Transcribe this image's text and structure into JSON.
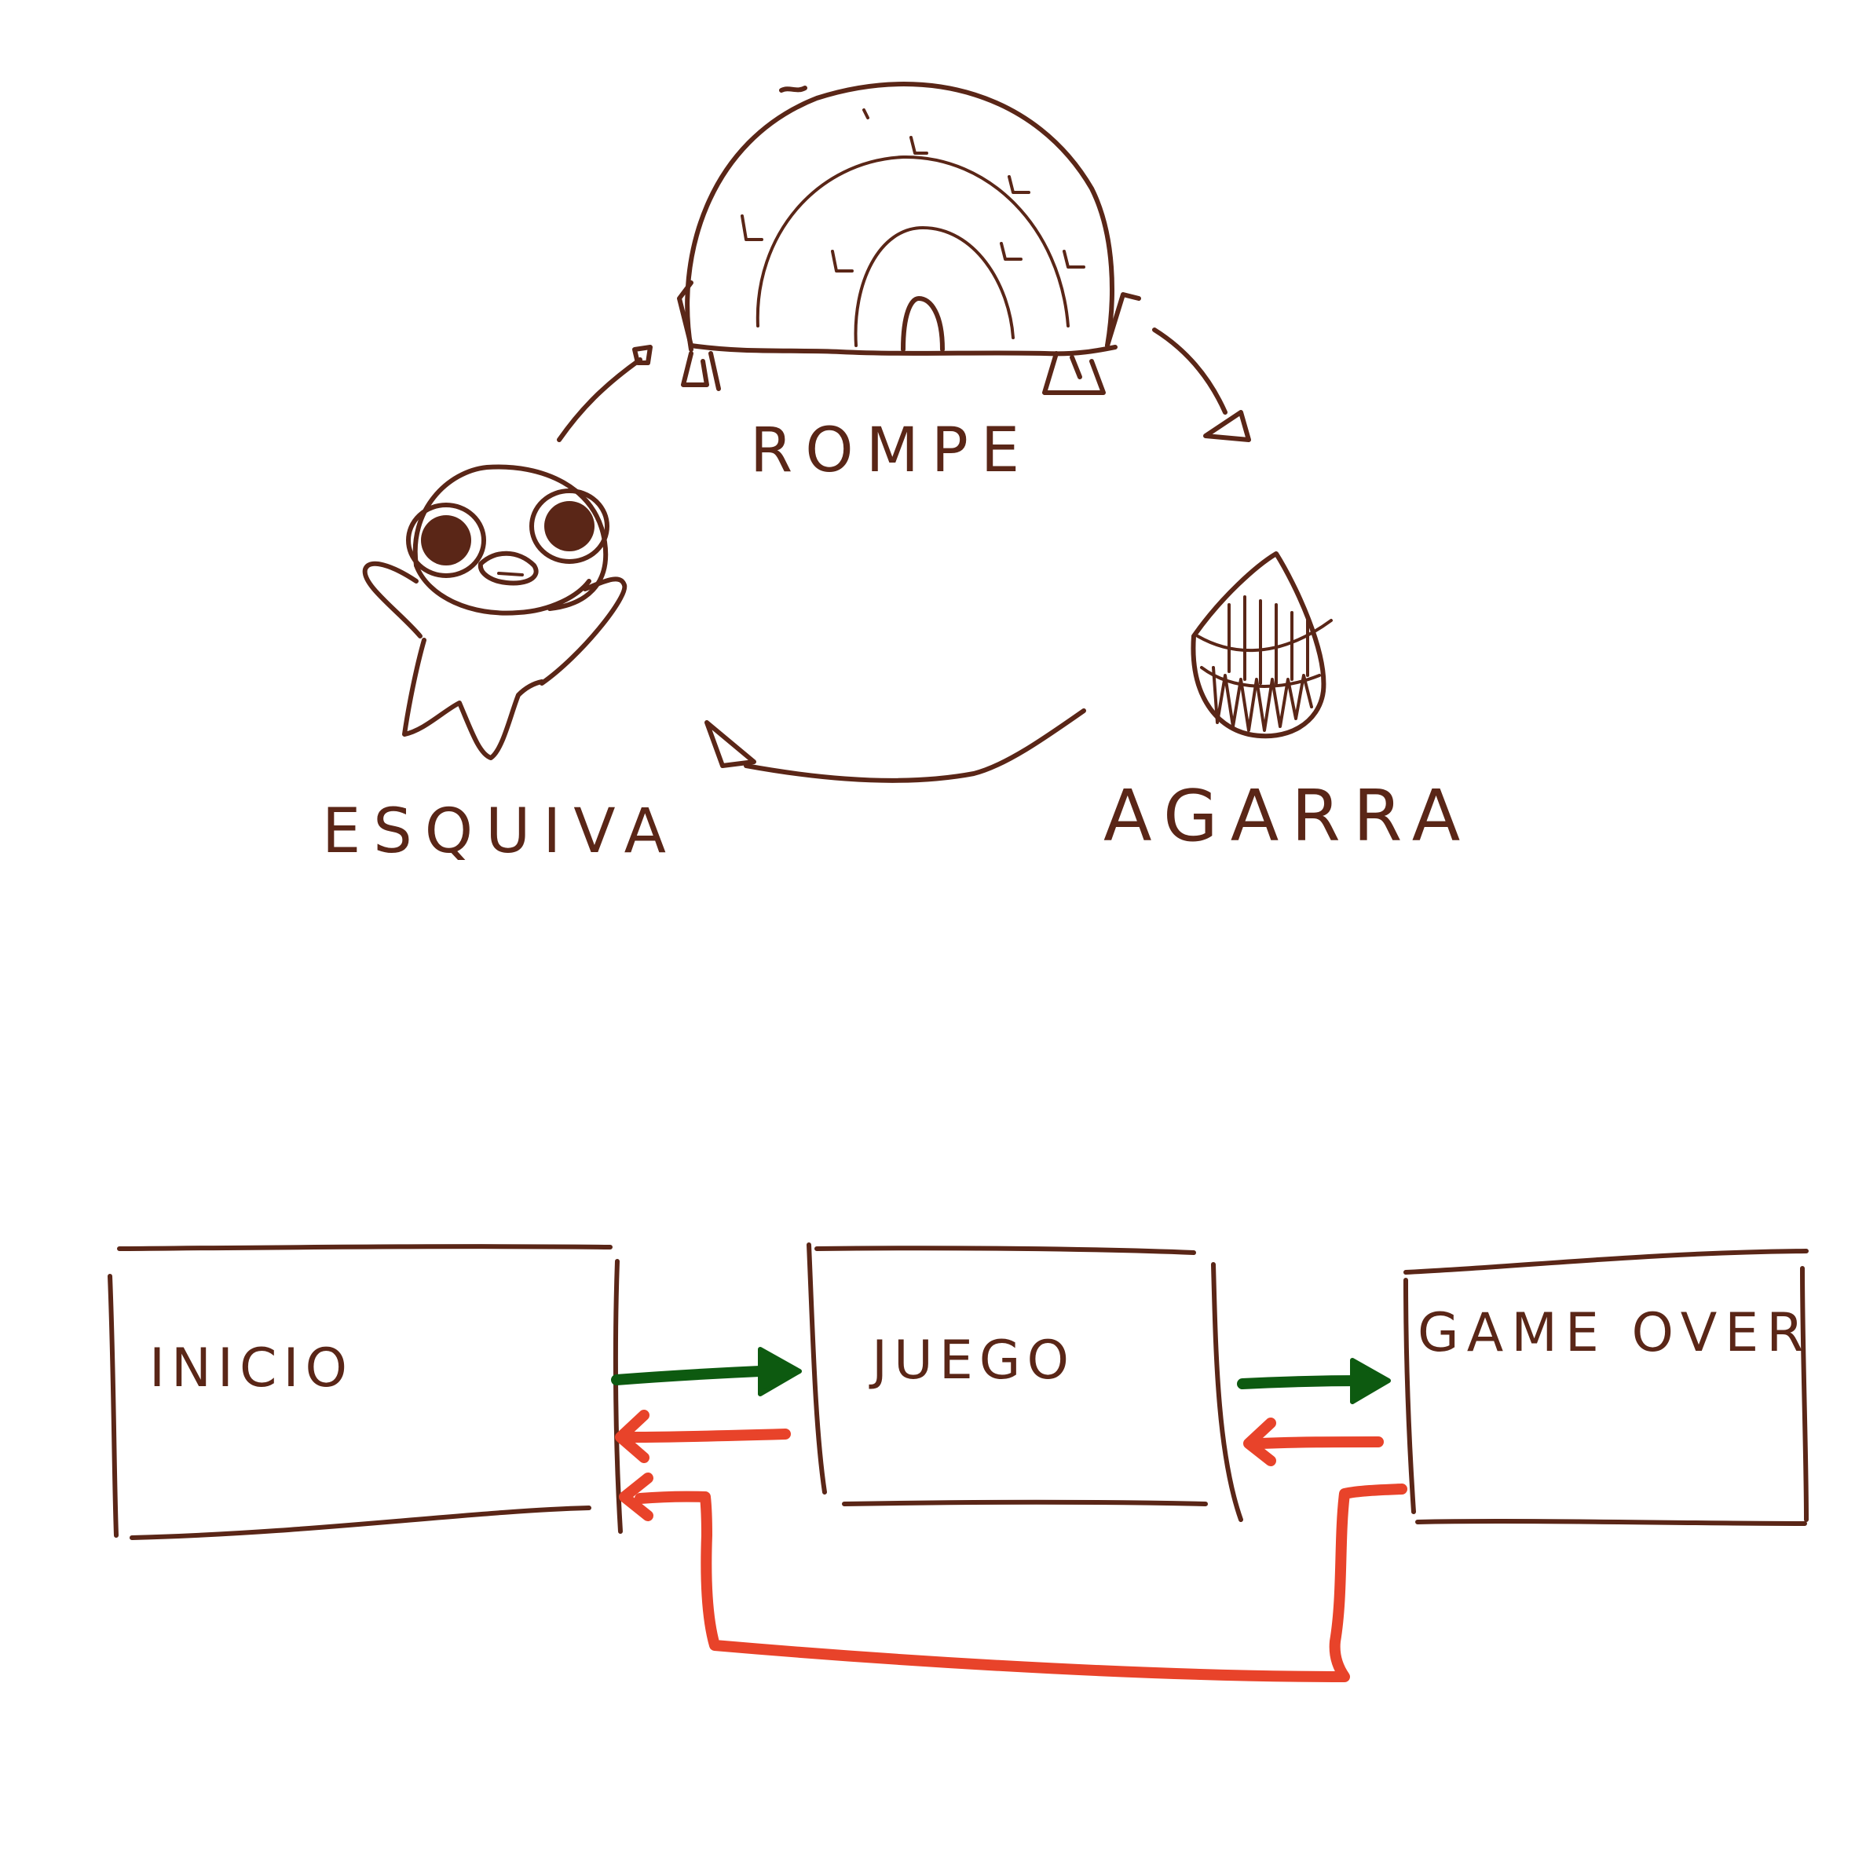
{
  "colors": {
    "ink": "#5a2617",
    "forward": "#0d5a10",
    "back": "#e8432a",
    "background": "#ffffff"
  },
  "cycle": {
    "rompe": "ROMPE",
    "agarra": "AGARRA",
    "esquiva": "ESQUIVA"
  },
  "flow": {
    "inicio": "INICIO",
    "juego": "JUEGO",
    "game_over": "GAME OVER"
  }
}
